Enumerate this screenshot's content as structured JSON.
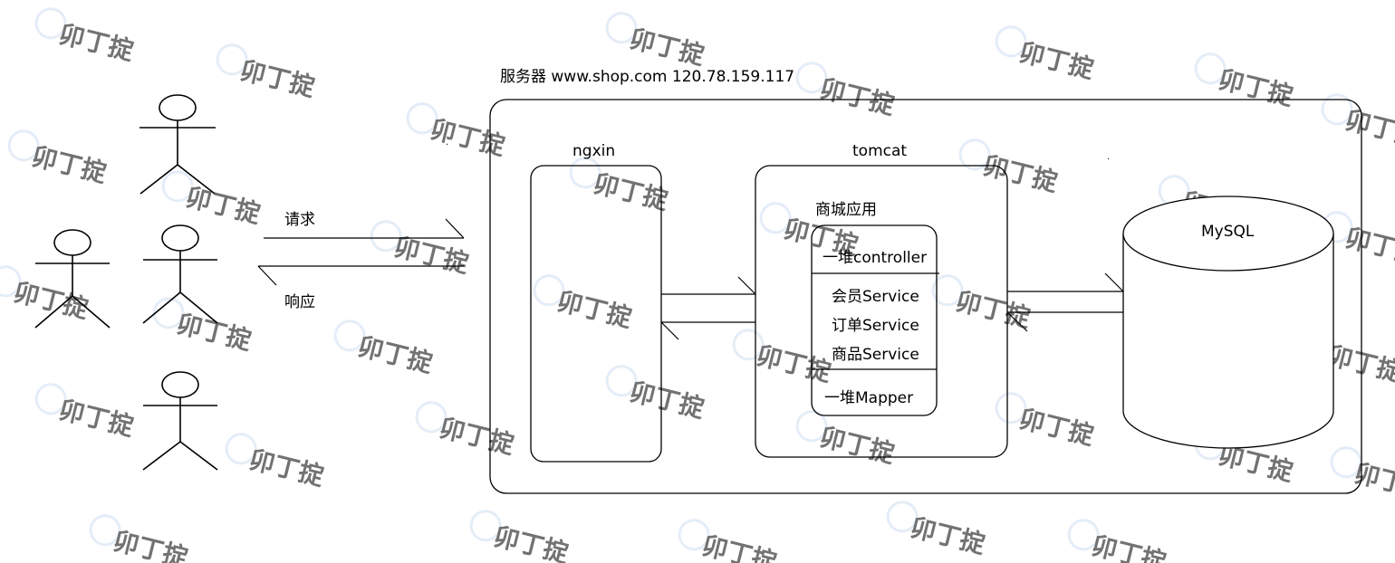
{
  "server": {
    "title": "服务器  www.shop.com  120.78.159.117"
  },
  "flows": {
    "request": "请求",
    "response": "响应"
  },
  "nginx": {
    "label": "ngxin"
  },
  "tomcat": {
    "label": "tomcat",
    "app": {
      "label": "商城应用",
      "layers": {
        "controller": "一堆controller",
        "services": [
          "会员Service",
          "订单Service",
          "商品Service"
        ],
        "mapper": "一堆Mapper"
      }
    }
  },
  "database": {
    "label": "MySQL"
  },
  "watermark": {
    "text": "卯丁掟",
    "color": "#cfe0f2"
  }
}
